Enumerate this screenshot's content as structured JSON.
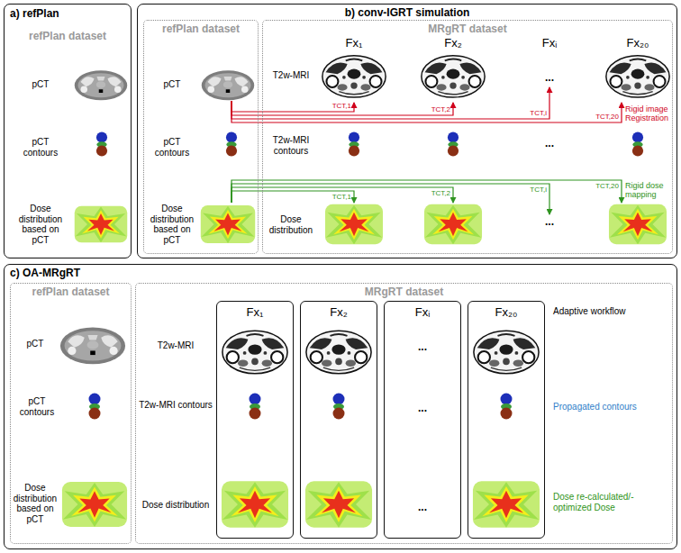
{
  "diagram": {
    "nodes": [
      {
        "text": [
          "a) refPlan",
          "refPlan dataset"
        ]
      },
      {
        "text": [
          "b) conv-IGRT simulation"
        ]
      },
      {
        "text": [
          "refPlan dataset"
        ],
        "in": 1
      },
      {
        "text": [
          "MRgRT dataset"
        ],
        "in": 1
      },
      {
        "text": [
          "c) OA-MRgRT"
        ]
      },
      {
        "text": [
          "refPlan dataset"
        ],
        "in": 4
      },
      {
        "text": [
          "MRgRT dataset"
        ],
        "in": 4
      },
      {
        "text": [
          "Fx₁"
        ],
        "in": 6
      },
      {
        "text": [
          "Fx₂"
        ],
        "in": 6
      },
      {
        "text": [
          "Fxᵢ",
          "...",
          "...",
          "..."
        ],
        "in": 6
      },
      {
        "text": [
          "Fx₂₀"
        ],
        "in": 6
      }
    ],
    "labels": [
      "pCT",
      "pCT contours",
      "Dose distribution based on pCT",
      "pCT",
      "pCT contours",
      "Dose distribution based on pCT",
      "Fx₁",
      "Fx₂",
      "Fxᵢ",
      "Fx₂₀",
      "T2w-MRI",
      "T2w-MRI contours",
      "Dose distribution",
      "...",
      "...",
      "...",
      "TCT,1",
      "TCT,2",
      "TCT,i",
      "TCT,20",
      "Rigid image Registration",
      "TCT,1",
      "TCT,2",
      "TCT,i",
      "TCT,20",
      "Rigid dose mapping",
      "pCT",
      "pCT contours",
      "Dose distribution based on pCT",
      "T2w-MRI",
      "T2w-MRI contours",
      "Dose distribution",
      "Adaptive workflow",
      "Propagated contours",
      "Dose re-calculated/-optimized Dose"
    ]
  }
}
